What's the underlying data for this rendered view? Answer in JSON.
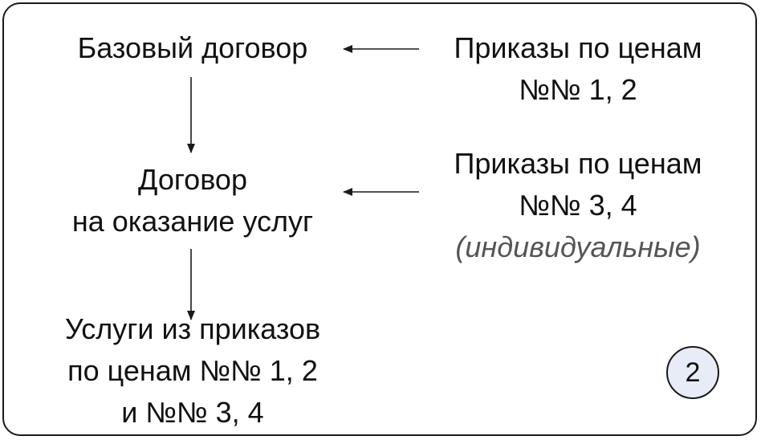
{
  "diagram": {
    "nodes": {
      "base_contract": {
        "lines": [
          "Базовый договор"
        ]
      },
      "service_contract": {
        "lines": [
          "Договор",
          "на оказание услуг"
        ]
      },
      "services": {
        "lines": [
          "Услуги из приказов",
          "по ценам №№ 1, 2",
          "и №№ 3, 4"
        ]
      },
      "orders_1_2": {
        "lines": [
          "Приказы по ценам",
          "№№ 1, 2"
        ]
      },
      "orders_3_4": {
        "lines": [
          "Приказы по ценам",
          "№№ 3, 4"
        ],
        "note": "(индивидуальные)"
      }
    },
    "edges": [
      {
        "from": "orders_1_2",
        "to": "base_contract"
      },
      {
        "from": "orders_3_4",
        "to": "service_contract"
      },
      {
        "from": "base_contract",
        "to": "service_contract"
      },
      {
        "from": "service_contract",
        "to": "services"
      }
    ],
    "badge": "2",
    "colors": {
      "line": "#1a1a1a",
      "badge_fill": "#e8ecf6",
      "note_text": "#555555"
    }
  }
}
